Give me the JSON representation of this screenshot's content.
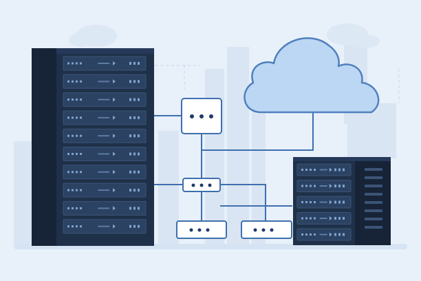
{
  "scene": {
    "subject": "server-rack-network-cloud",
    "colors": {
      "background": "#e8f0fa",
      "skyline": "#d9e5f3",
      "ground": "#d6e3f3",
      "rack_body": "#1f3049",
      "rack_dark": "#172437",
      "rack_unit": "#2c4262",
      "rack_unit_border": "#3b5478",
      "rack_light": "#7ea3cf",
      "cloud_fill": "#bcd7f3",
      "cloud_stroke": "#4f80bf",
      "line": "#3d6fae",
      "node_fill": "#ffffff",
      "node_stroke": "#3d6fae",
      "node_dot": "#1f3a66"
    },
    "icons": [
      "server-rack-icon",
      "server-cabinet-icon",
      "cloud-icon",
      "network-switch-icon",
      "network-node-icon"
    ],
    "rack_units_tall": 10,
    "rack_units_short": 5
  }
}
